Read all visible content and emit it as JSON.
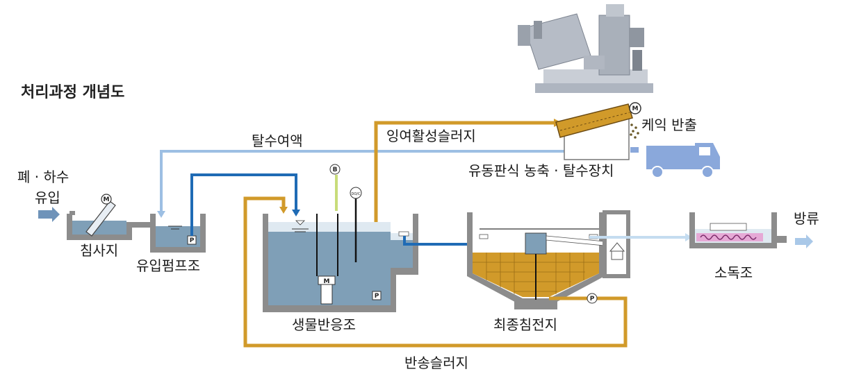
{
  "title": "처리과정 개념도",
  "labels": {
    "influent": [
      "폐 · 하수",
      "유입"
    ],
    "grit_chamber": "침사지",
    "inflow_pump_tank": "유입펌프조",
    "bioreactor": "생물반응조",
    "final_clarifier": "최종침전지",
    "disinfection_tank": "소독조",
    "discharge": "방류",
    "return_sludge": "반송슬러지",
    "excess_sludge": "잉여활성슬러지",
    "filtrate": "탈수여액",
    "dewatering_unit": "유동판식 농축 · 탈수장치",
    "cake_out": "케익 반출"
  },
  "symbols": {
    "motor": "M",
    "pump": "P",
    "blower": "B",
    "do_sensor": "DO/C"
  },
  "colors": {
    "sludge_line": "#d19a2a",
    "filtrate_line": "#9dbfe3",
    "pump_line": "#1f6bb5",
    "air_line": "#c8dc7a",
    "tank_wall": "#8c8c8c",
    "water": "#7f9fb7",
    "truck": "#8aa8db"
  }
}
